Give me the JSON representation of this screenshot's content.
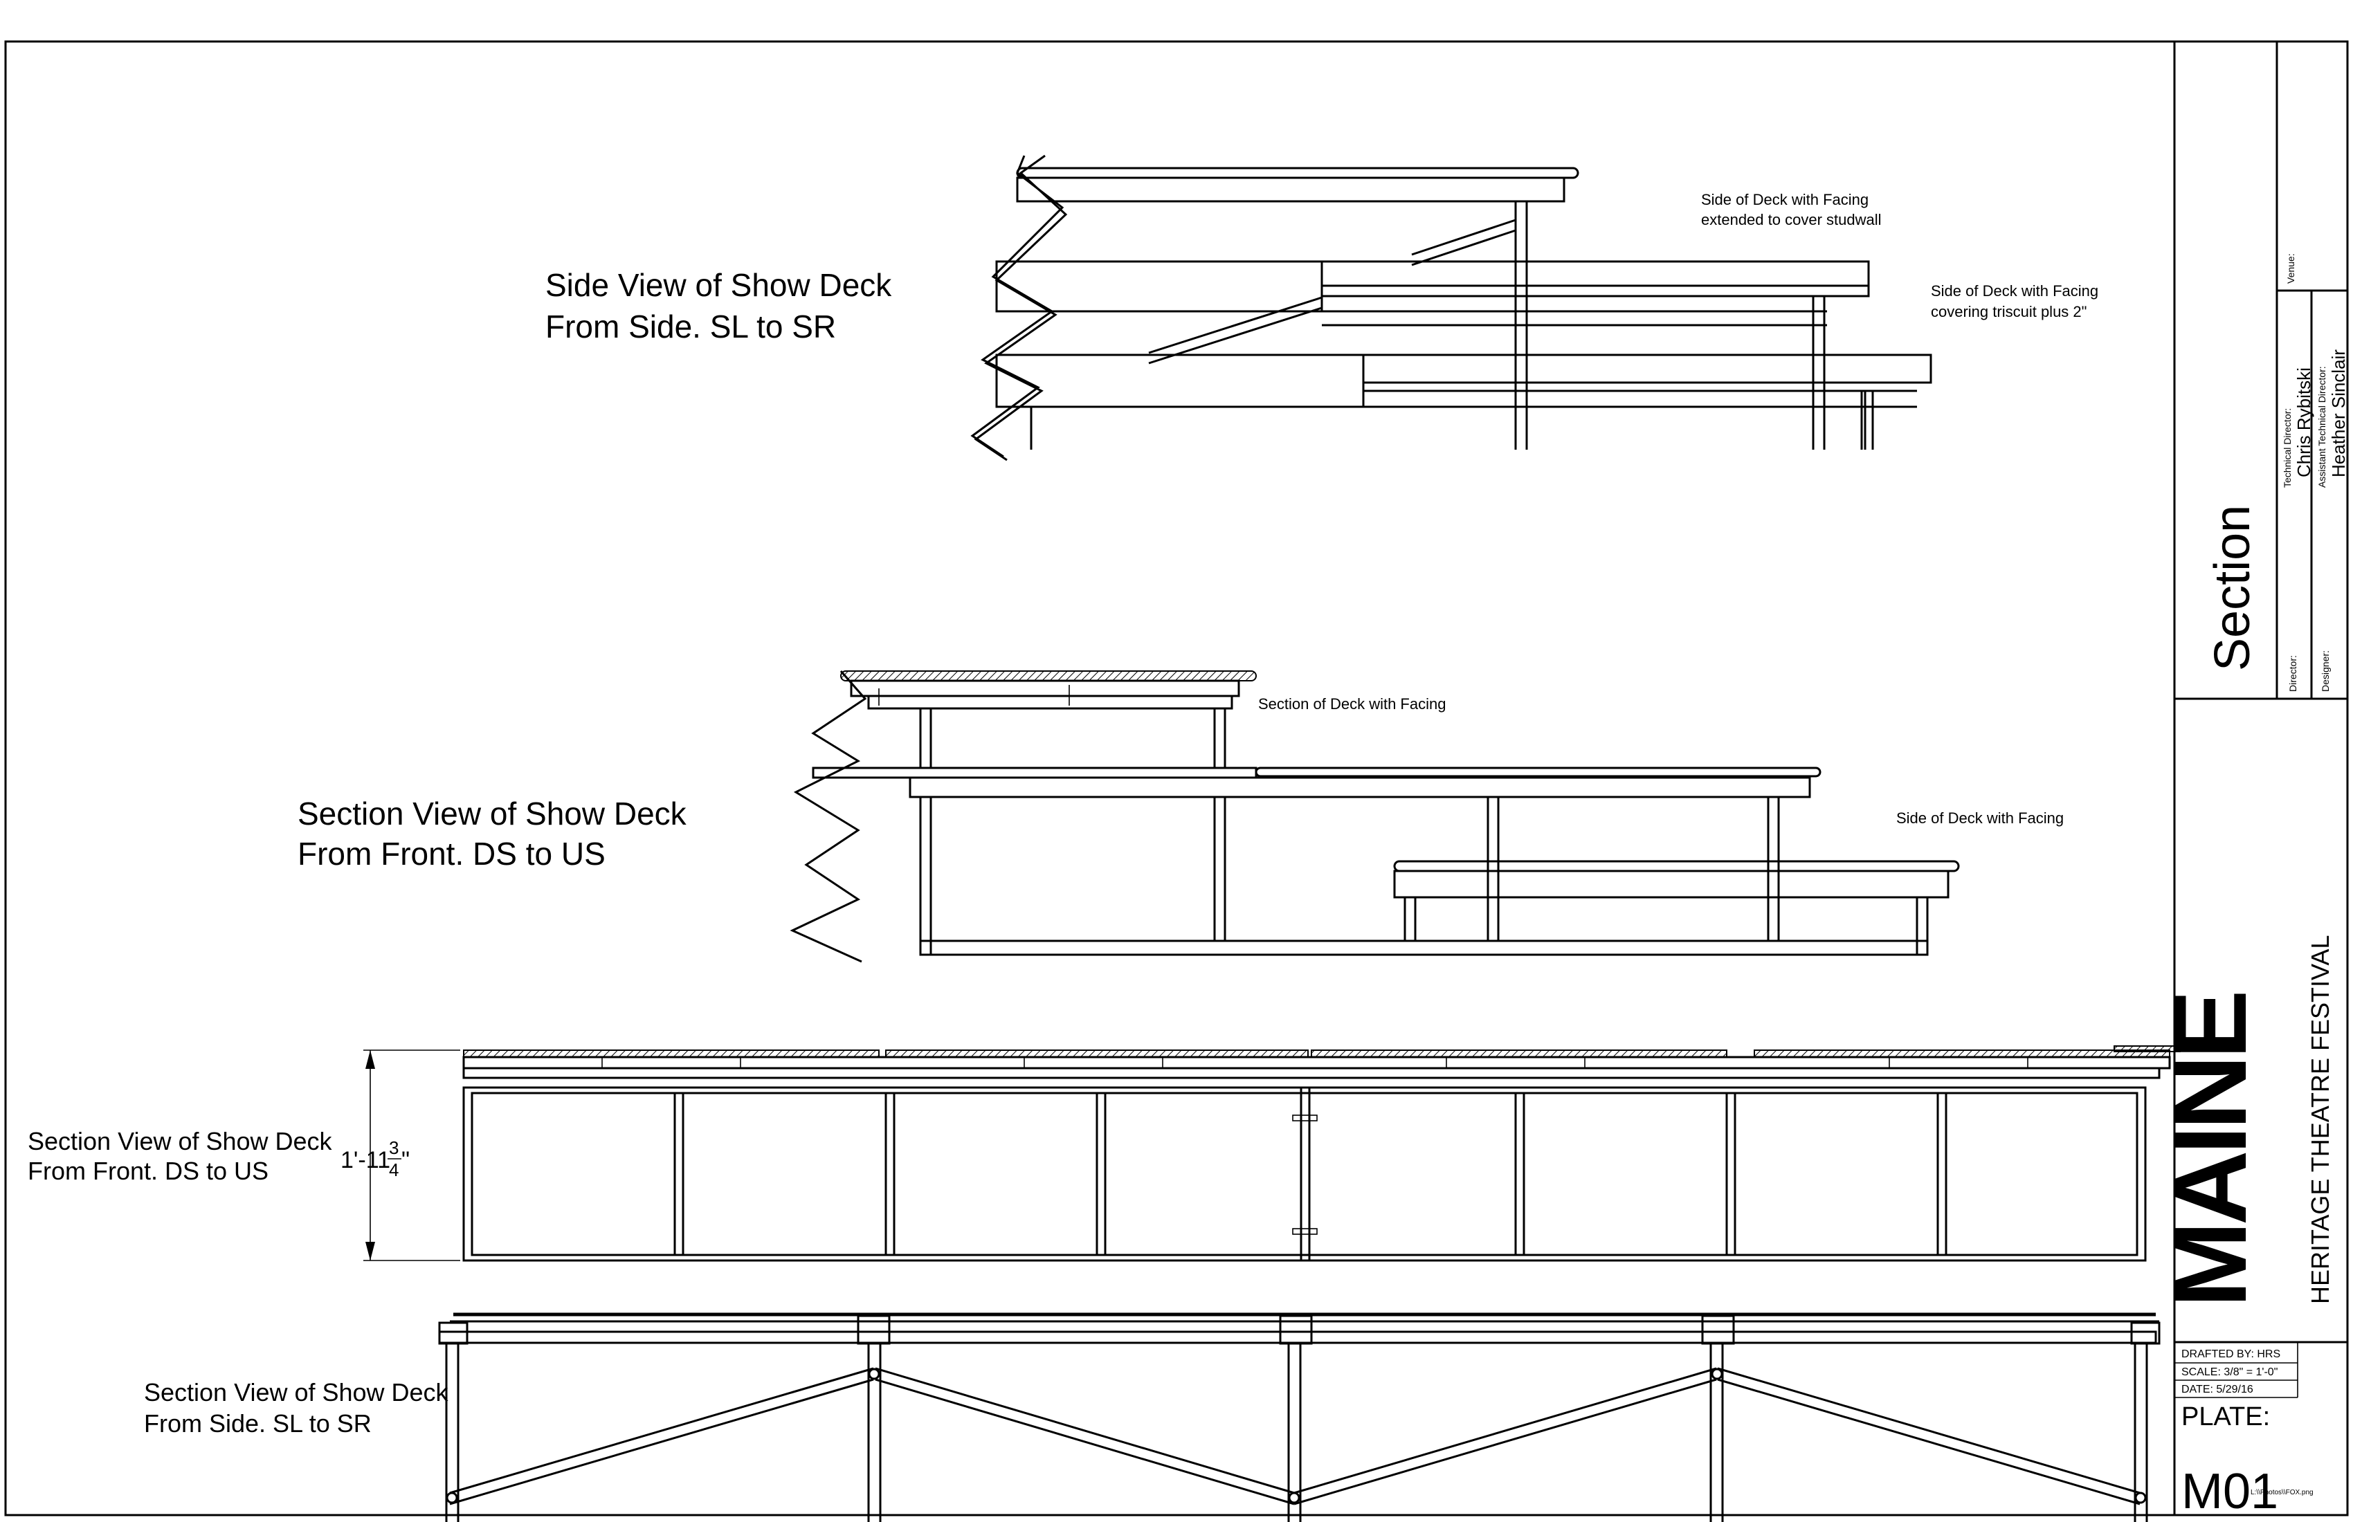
{
  "views": [
    {
      "id": "side-view-top",
      "title_line1": "Side View of Show Deck",
      "title_line2": "From Side. SL to SR"
    },
    {
      "id": "section-view-middle",
      "title_line1": "Section View of Show Deck",
      "title_line2": "From Front. DS to US"
    },
    {
      "id": "section-view-front",
      "title_line1": "Section View of Show Deck",
      "title_line2": "From Front. DS to US"
    },
    {
      "id": "section-view-side",
      "title_line1": "Section View of Show Deck",
      "title_line2": "From Side. SL to SR"
    }
  ],
  "notes": {
    "facing_studwall_line1": "Side of Deck with Facing",
    "facing_studwall_line2": "extended to cover studwall",
    "facing_triscuit_line1": "Side of Deck with Facing",
    "facing_triscuit_line2": "covering triscuit plus 2\"",
    "section_with_facing": "Section of Deck with Facing",
    "side_with_facing": "Side of Deck with Facing"
  },
  "dimension": {
    "whole": "1'-11",
    "numerator": "3",
    "denominator": "4",
    "inch_mark": "\""
  },
  "title_block": {
    "venue_label": "Venue:",
    "technical_director_label": "Technical Director:",
    "technical_director": "Chris Rybitski",
    "assistant_td_label": "Assistant Technical Director:",
    "assistant_td": "Heather Sinclair",
    "director_label": "Director:",
    "designer_label": "Designer:",
    "sheet_title": "Section",
    "logo_text": "MAINE",
    "festival": "HERITAGE THEATRE FESTIVAL",
    "drafted_by": "DRAFTED BY: HRS",
    "scale": "SCALE: 3/8\" = 1'-0\"",
    "date": "DATE: 5/29/16",
    "plate_label": "PLATE:",
    "plate_number": "M01",
    "file_ref": "L:\\\\Photos\\\\FOX.png"
  }
}
